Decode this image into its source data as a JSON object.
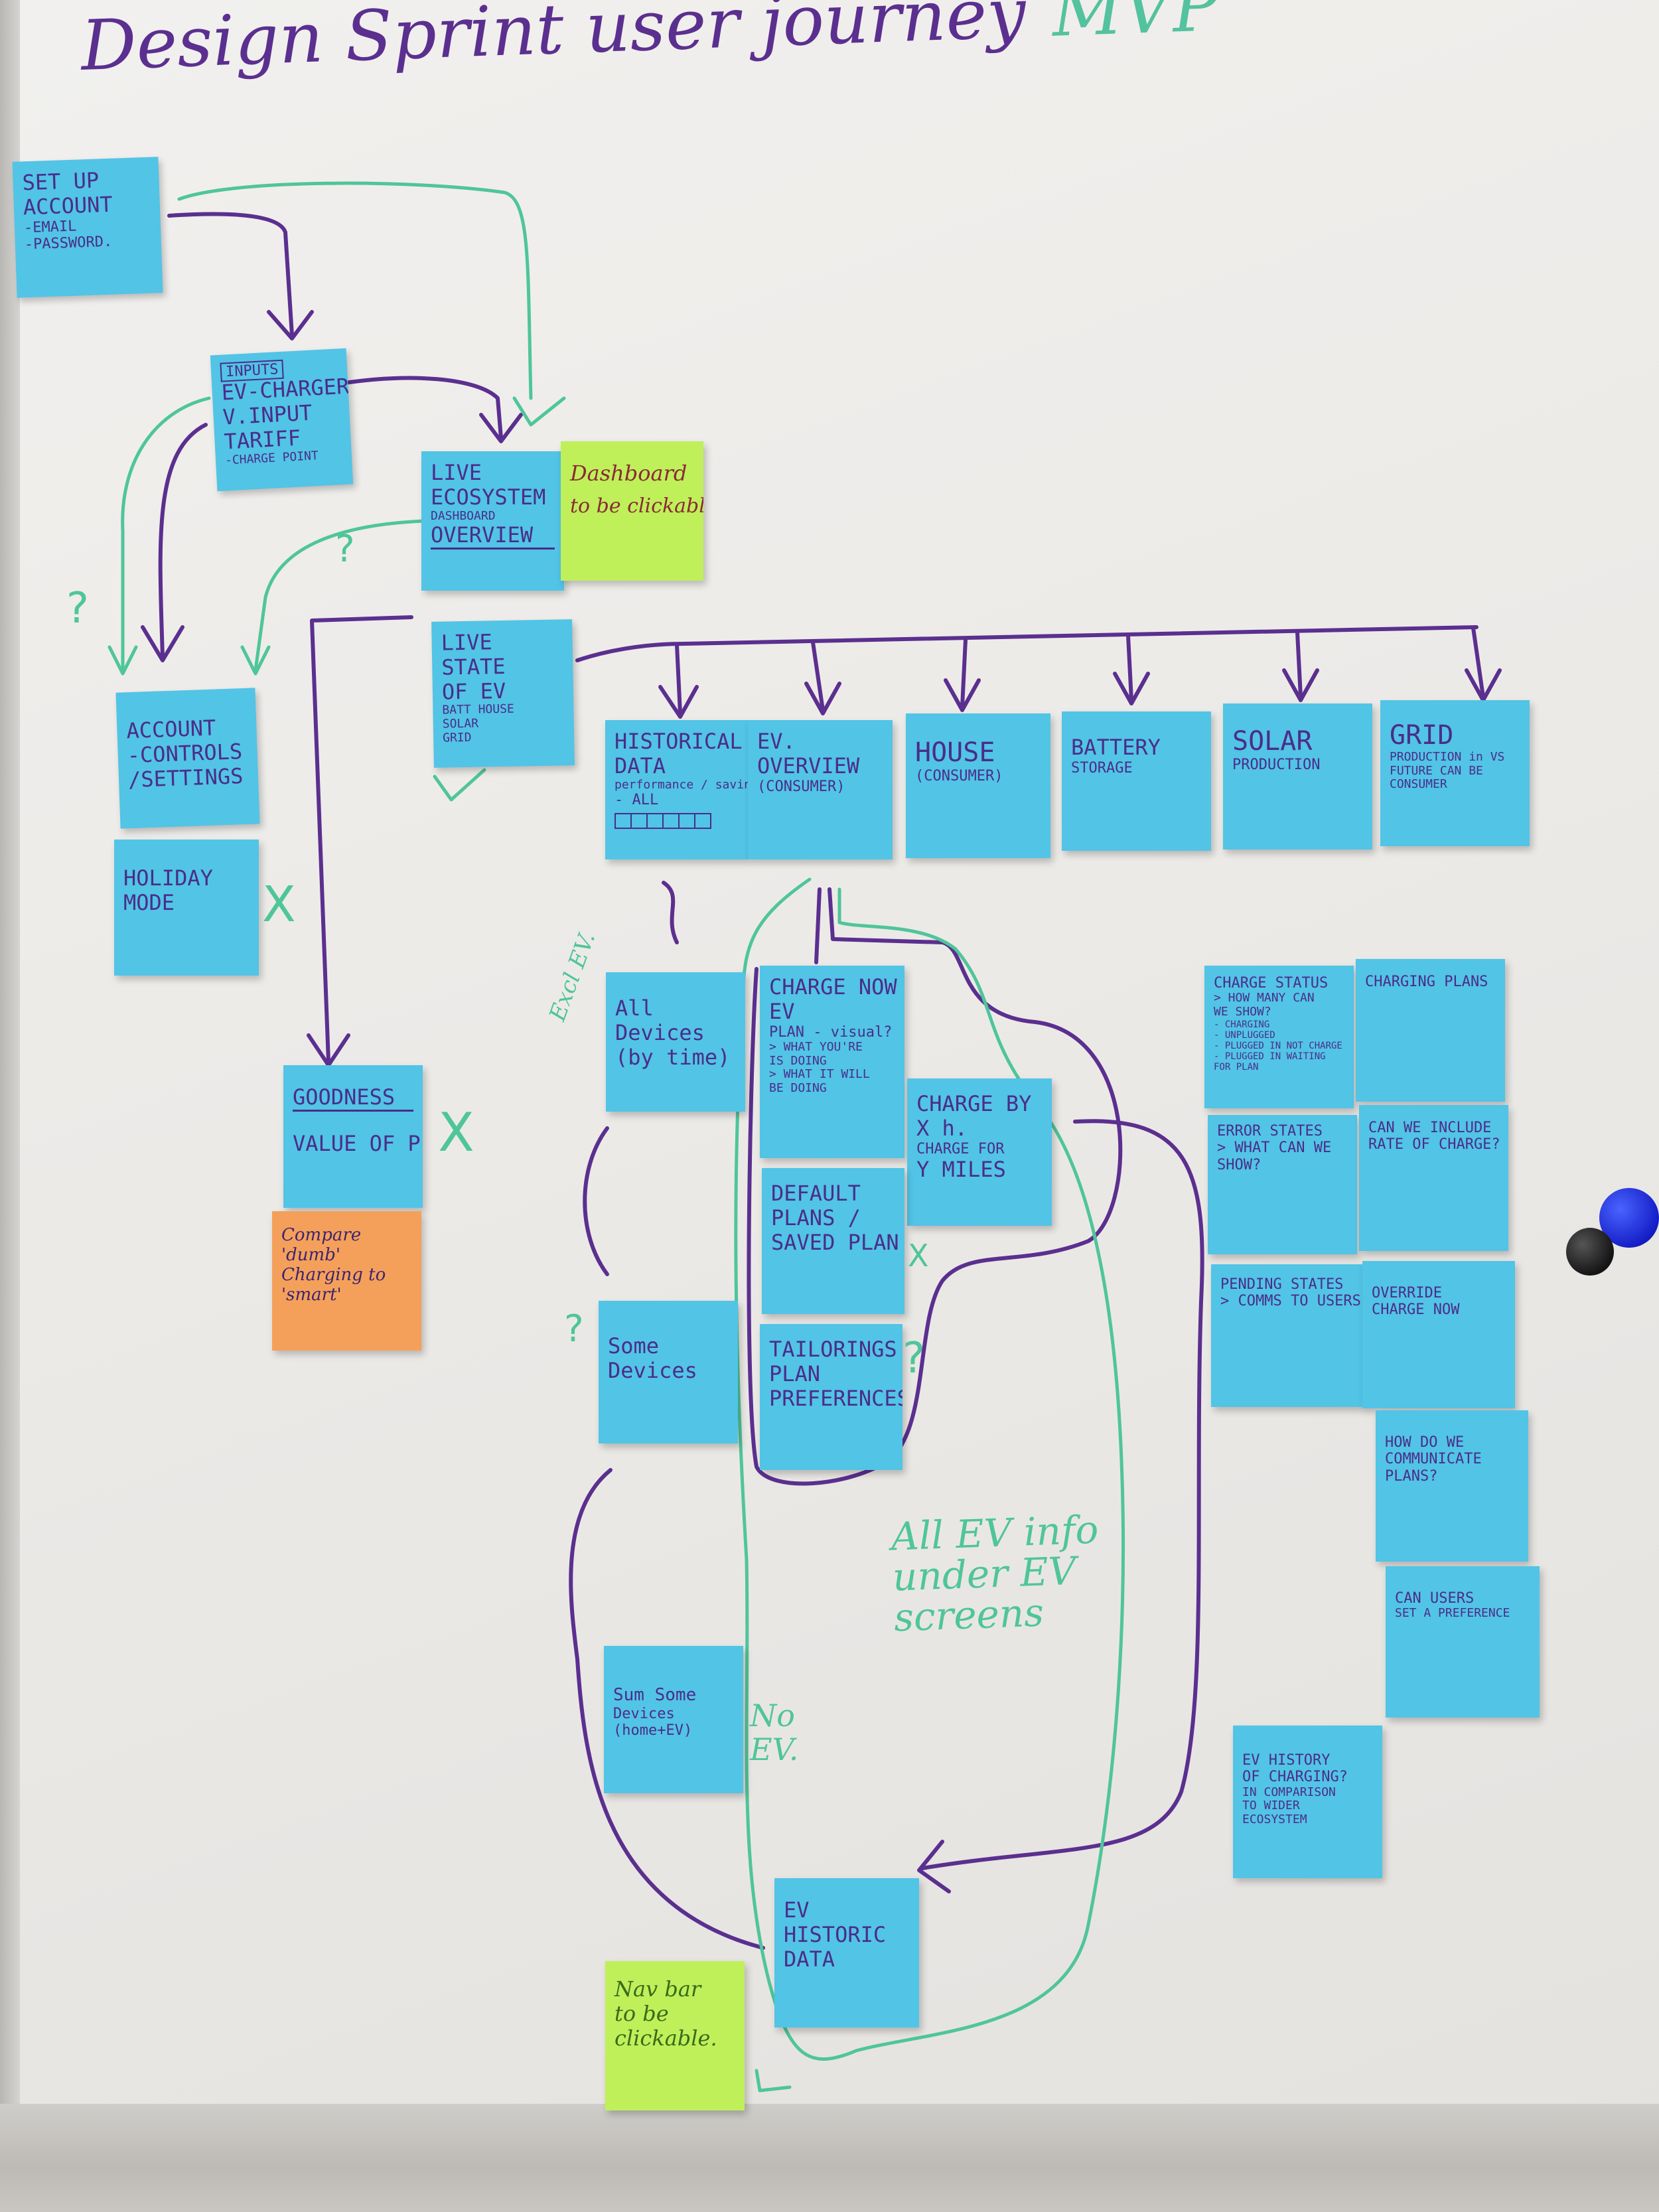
{
  "title": "Design Sprint user journey",
  "title_suffix": "MVP",
  "notes": {
    "setup": [
      "SET UP",
      "ACCOUNT",
      "-EMAIL",
      "-PASSWORD."
    ],
    "inputs": [
      "INPUTS",
      "EV-CHARGER",
      "V.INPUT",
      "TARIFF",
      "-CHARGE POINT"
    ],
    "live_ecosystem": [
      "LIVE",
      "ECOSYSTEM",
      "DASHBOARD",
      "OVERVIEW"
    ],
    "dashboard_clickable": [
      "Dashboard",
      "to be clickable"
    ],
    "live_state": [
      "LIVE",
      "STATE",
      "OF EV",
      "BATT HOUSE",
      "SOLAR",
      "GRID"
    ],
    "account_controls": [
      "ACCOUNT",
      "-CONTROLS",
      "/SETTINGS"
    ],
    "holiday": [
      "HOLIDAY",
      "MODE"
    ],
    "historical": [
      "HISTORICAL",
      "DATA",
      "performance / savings",
      "- ALL"
    ],
    "ev_overview": [
      "EV.",
      "OVERVIEW",
      "(CONSUMER)"
    ],
    "house": [
      "HOUSE",
      "(CONSUMER)"
    ],
    "battery": [
      "BATTERY",
      "STORAGE"
    ],
    "solar": [
      "SOLAR",
      "PRODUCTION"
    ],
    "grid": [
      "GRID",
      "PRODUCTION in VS",
      "FUTURE CAN BE",
      "CONSUMER"
    ],
    "goodness": [
      "GOODNESS",
      "VALUE OF PLAN"
    ],
    "compare": [
      "Compare",
      "'dumb'",
      "Charging to",
      "'smart'"
    ],
    "all_devices": [
      "All",
      "Devices",
      "(by time)"
    ],
    "charge_now": [
      "CHARGE NOW",
      "EV",
      "PLAN - visual?",
      "> WHAT YOU'RE",
      "IS DOING",
      "> WHAT IT WILL",
      "BE DOING"
    ],
    "charge_by": [
      "CHARGE BY",
      "X h.",
      "CHARGE FOR",
      "Y MILES"
    ],
    "default_plans": [
      "DEFAULT",
      "PLANS /",
      "SAVED PLAN"
    ],
    "tailoring": [
      "TAILORINGS",
      "PLAN",
      "PREFERENCES"
    ],
    "some_devices": [
      "Some",
      "Devices"
    ],
    "sum_some": [
      "Sum Some",
      "Devices",
      "(home+EV)"
    ],
    "ev_historic": [
      "EV",
      "HISTORIC",
      "DATA"
    ],
    "nav_bar": [
      "Nav bar",
      "to be",
      "clickable."
    ],
    "charge_status": [
      "CHARGE STATUS",
      "> HOW MANY CAN",
      "WE SHOW?",
      "- CHARGING",
      "- UNPLUGGED",
      "- PLUGGED IN NOT CHARGE",
      "- PLUGGED IN WAITING",
      "FOR PLAN"
    ],
    "charging_plans": [
      "CHARGING PLANS"
    ],
    "error_states": [
      "ERROR STATES",
      "> WHAT CAN WE",
      "SHOW?"
    ],
    "rate_of_charge": [
      "CAN WE INCLUDE",
      "RATE OF CHARGE?"
    ],
    "pending_states": [
      "PENDING STATES",
      "> COMMS TO USERS"
    ],
    "override": [
      "OVERRIDE",
      "CHARGE NOW"
    ],
    "communicate_plans": [
      "HOW DO WE",
      "COMMUNICATE",
      "PLANS?"
    ],
    "set_preference": [
      "CAN USERS",
      "SET A PREFERENCE"
    ],
    "ev_history": [
      "EV HISTORY",
      "OF CHARGING?",
      "IN COMPARISON",
      "TO WIDER",
      "ECOSYSTEM"
    ]
  },
  "annotations": {
    "all_ev_info": [
      "All EV info",
      "under EV",
      "screens"
    ],
    "no_ev": [
      "No",
      "EV."
    ],
    "excl_ev": "Excl EV.",
    "q1": "?",
    "q2": "?",
    "q3": "?",
    "q4": "?",
    "x_holiday": "X",
    "x_goodness": "X",
    "x_default": "X"
  },
  "colors": {
    "sticky_blue": "#52c4e6",
    "sticky_yellow": "#bff05a",
    "sticky_orange": "#f5a05a",
    "purple_marker": "#5b2f8f",
    "green_marker": "#4fc59a"
  }
}
